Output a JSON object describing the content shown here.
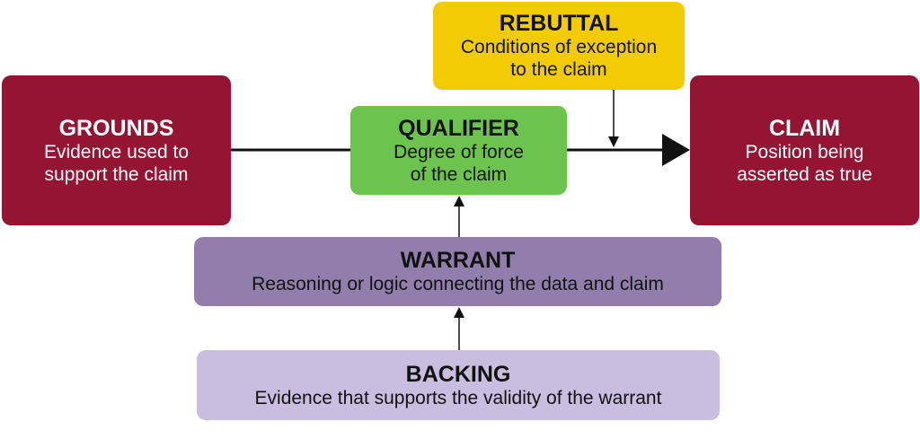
{
  "colors": {
    "grounds": "#941434",
    "claim": "#941434",
    "qualifier": "#6cc34d",
    "rebuttal": "#f2cb05",
    "warrant": "#917ead",
    "backing": "#cbbde0",
    "line": "#111111"
  },
  "grounds": {
    "title": "GROUNDS",
    "desc1": "Evidence used to",
    "desc2": "support the claim"
  },
  "claim": {
    "title": "CLAIM",
    "desc1": "Position being",
    "desc2": "asserted as true"
  },
  "qualifier": {
    "title": "QUALIFIER",
    "desc1": "Degree of force",
    "desc2": "of the claim"
  },
  "rebuttal": {
    "title": "REBUTTAL",
    "desc1": "Conditions of exception",
    "desc2": "to the claim"
  },
  "warrant": {
    "title": "WARRANT",
    "desc1": "Reasoning or logic connecting the data and claim"
  },
  "backing": {
    "title": "BACKING",
    "desc1": "Evidence that supports the validity of the warrant"
  }
}
